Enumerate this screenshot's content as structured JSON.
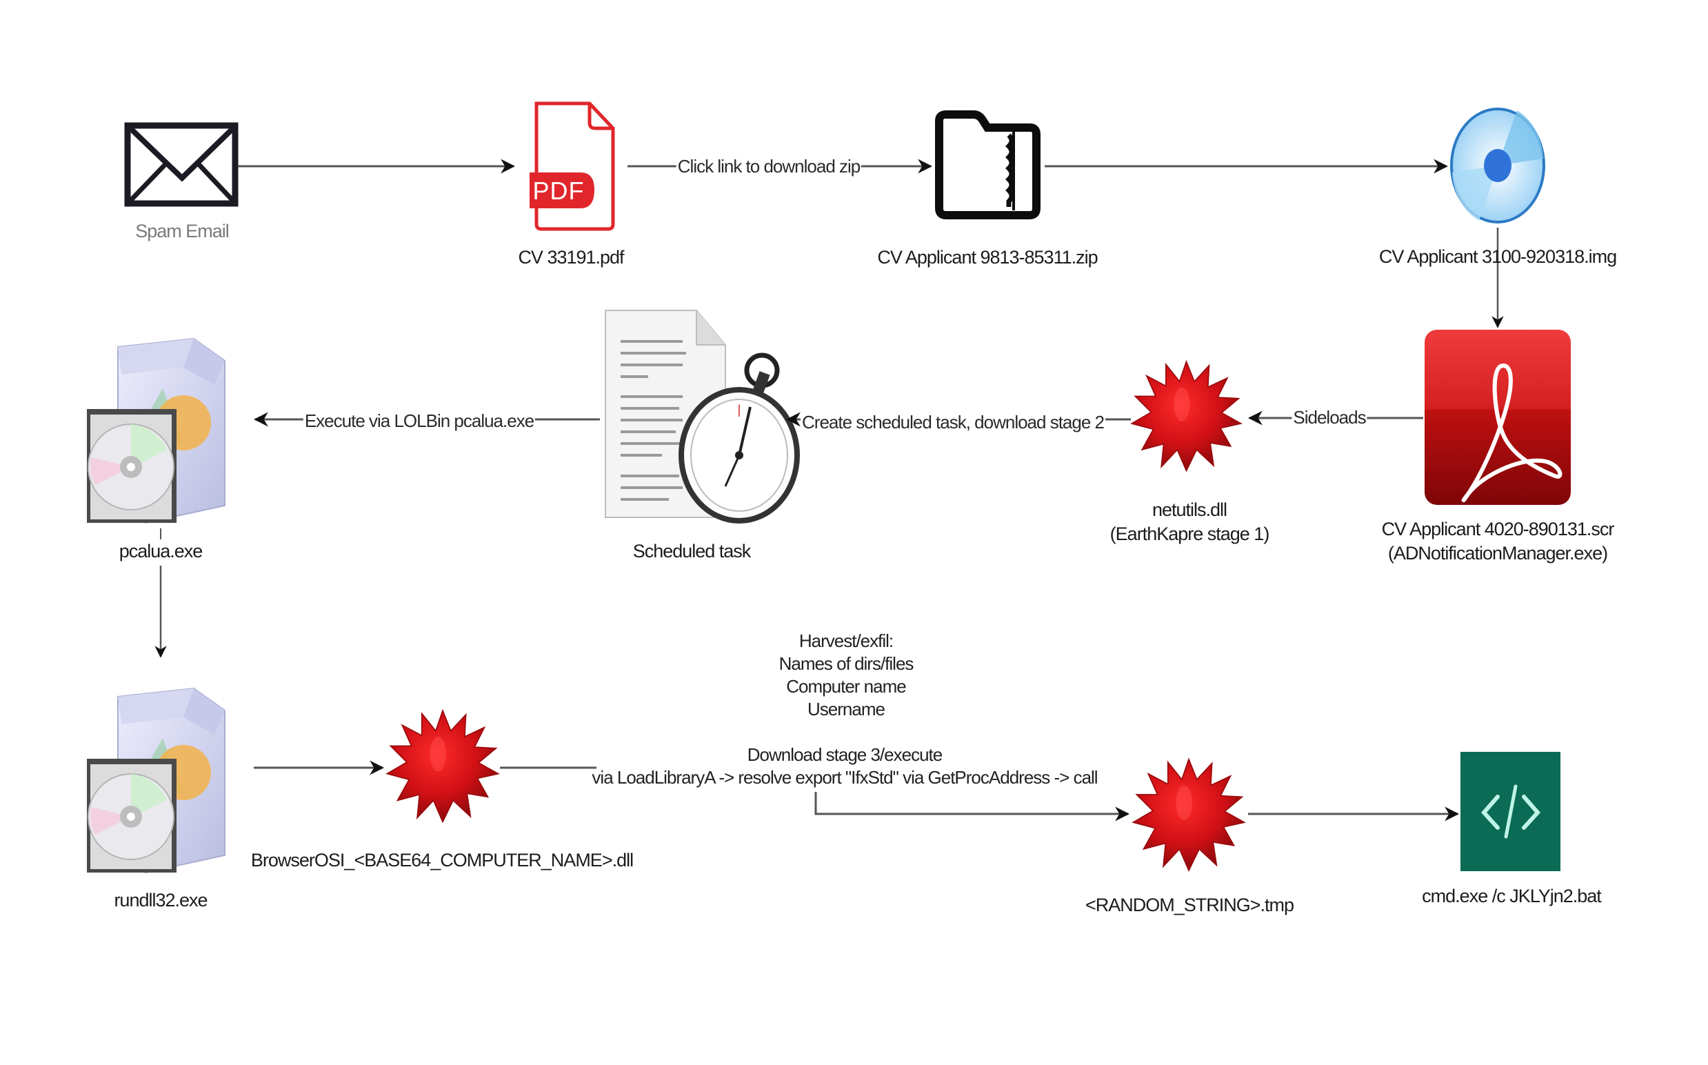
{
  "diagram": {
    "title": "EarthKapre infection chain",
    "nodes": {
      "spam_email": {
        "label": "Spam Email",
        "icon": "envelope-icon"
      },
      "cv_pdf": {
        "label": "CV 33191.pdf",
        "icon": "pdf-file-icon",
        "badge": "PDF"
      },
      "cv_zip": {
        "label": "CV Applicant 9813-85311.zip",
        "icon": "zip-folder-icon"
      },
      "cv_img": {
        "label": "CV Applicant 3100-920318.img",
        "icon": "disc-image-icon"
      },
      "cv_scr": {
        "label_line1": "CV Applicant 4020-890131.scr",
        "label_line2": "(ADNotificationManager.exe)",
        "icon": "adobe-acrobat-icon"
      },
      "netutils": {
        "label_line1": "netutils.dll",
        "label_line2": "(EarthKapre stage 1)",
        "icon": "malware-virus-icon"
      },
      "scheduled_task": {
        "label": "Scheduled task",
        "icon": "document-stopwatch-icon"
      },
      "pcalua": {
        "label": "pcalua.exe",
        "icon": "software-box-icon"
      },
      "rundll32": {
        "label": "rundll32.exe",
        "icon": "software-box-icon"
      },
      "browser_dll": {
        "label": "BrowserOSI_<BASE64_COMPUTER_NAME>.dll",
        "icon": "malware-virus-icon"
      },
      "random_tmp": {
        "label": "<RANDOM_STRING>.tmp",
        "icon": "malware-virus-icon"
      },
      "cmd_bat": {
        "label": "cmd.exe /c JKLYjn2.bat",
        "icon": "code-script-icon",
        "glyph": "</>"
      }
    },
    "edges": {
      "email_to_pdf": {
        "label": ""
      },
      "pdf_to_zip": {
        "label": "Click link to download zip"
      },
      "zip_to_img": {
        "label": ""
      },
      "img_to_scr": {
        "label": ""
      },
      "scr_to_netutils": {
        "label": "Sideloads"
      },
      "netutils_to_task": {
        "label": "Create scheduled task, download stage 2"
      },
      "task_to_pcalua": {
        "label": "Execute via LOLBin pcalua.exe"
      },
      "pcalua_to_rundll": {
        "label": ""
      },
      "rundll_to_dll": {
        "label": ""
      },
      "dll_to_tmp": {
        "label_line1": "Download stage 3/execute",
        "label_line2": "via LoadLibraryA -> resolve export \"IfxStd\" via GetProcAddress -> call"
      },
      "tmp_to_bat": {
        "label": ""
      }
    },
    "harvest_note": {
      "heading": "Harvest/exfil:",
      "items": [
        "Names of dirs/files",
        "Computer name",
        "Username"
      ]
    },
    "colors": {
      "pdf_red": "#e0262b",
      "acrobat_red": "#c4161c",
      "virus_red": "#d8141a",
      "disc_blue": "#2f73d9",
      "script_green": "#0b6b55",
      "arrow": "#555555"
    }
  }
}
